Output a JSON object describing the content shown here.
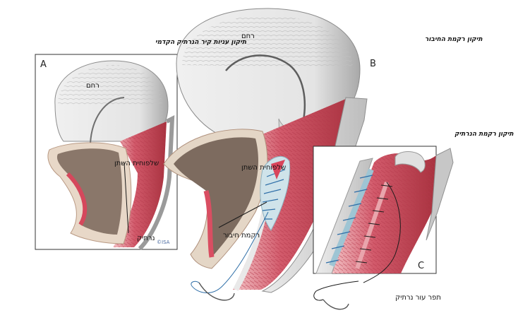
{
  "titles": {
    "a": "תיקון עניות קיר הנרתיק הקדמי",
    "b": "תיקון רקמת החיבור",
    "c": "תיקון רקמת הנרתיק"
  },
  "panels": {
    "a": "A",
    "b": "B",
    "c": "C"
  },
  "labels": {
    "uterus_a": "רחם",
    "uterus_b": "רחם",
    "bladder_a": "שלפוחית השתן",
    "bladder_b": "שלפוחית השתן",
    "vagina_a": "נרתיק",
    "connective_tissue": "רקמת חיבור",
    "vaginal_skin_suture": "תפר עור נרתיק"
  },
  "copyright": "©ISA",
  "colors": {
    "uterus_fill": "#e9e9e9",
    "uterus_shade": "#b7b7b7",
    "vagina_red": "#c9485a",
    "vagina_light": "#f1b5b9",
    "bladder_outer": "#e2d4c4",
    "bladder_inner": "#7a6a5e",
    "suture_dark": "#1b1b1b",
    "suture_blue": "#2f6fa8",
    "frame": "#333333"
  }
}
